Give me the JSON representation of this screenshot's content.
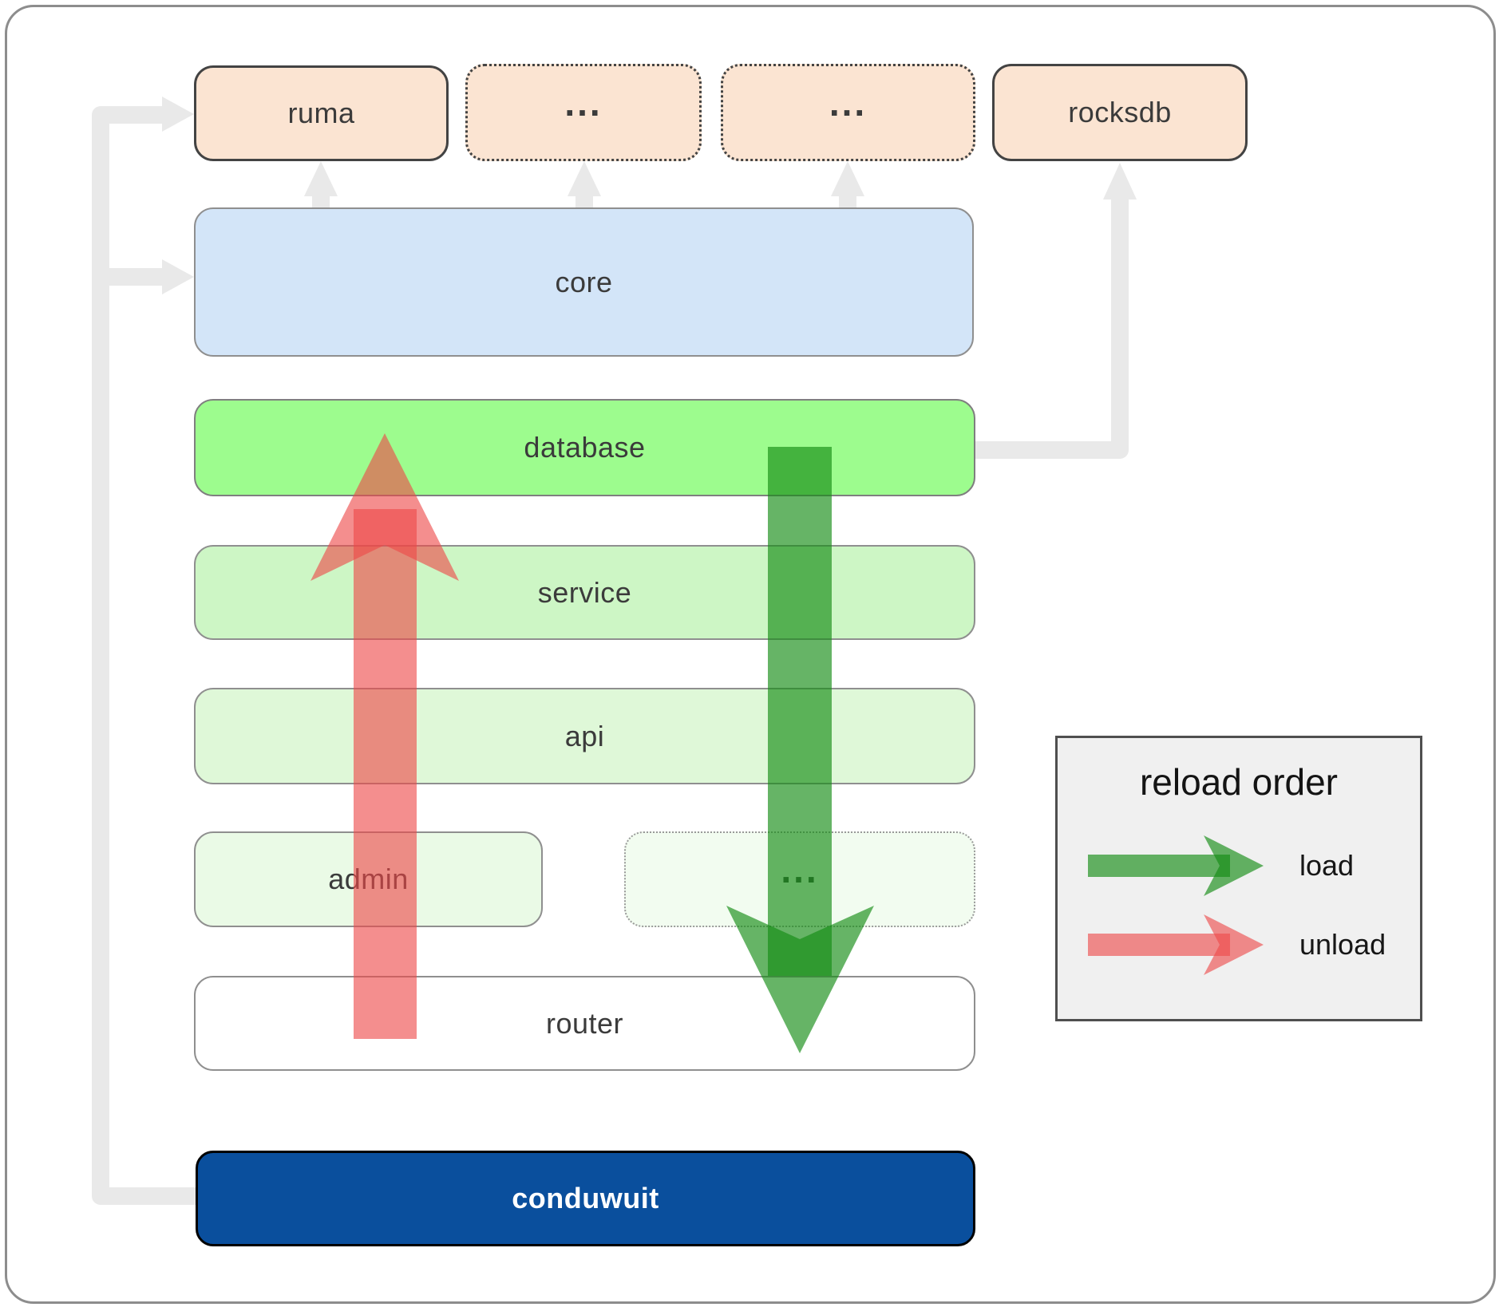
{
  "nodes": {
    "ruma": {
      "label": "ruma"
    },
    "etc1": {
      "label": "..."
    },
    "etc2": {
      "label": "..."
    },
    "rocksdb": {
      "label": "rocksdb"
    },
    "core": {
      "label": "core"
    },
    "database": {
      "label": "database"
    },
    "service": {
      "label": "service"
    },
    "api": {
      "label": "api"
    },
    "admin": {
      "label": "admin"
    },
    "admin_etc": {
      "label": "..."
    },
    "router": {
      "label": "router"
    },
    "conduwuit": {
      "label": "conduwuit"
    }
  },
  "legend": {
    "title": "reload order",
    "items": [
      {
        "label": "load",
        "color": "#148c14"
      },
      {
        "label": "unload",
        "color": "#ee4848"
      }
    ]
  },
  "colors": {
    "connector_gray": "#e9e9e9",
    "load_green": "#148c14",
    "unload_red": "#ee4848",
    "node_peach": "#fbe4d2",
    "node_blue": "#d3e5f8",
    "node_bright_green": "#9dfc8e",
    "node_light_green": "#cdf6c5",
    "node_lighter_green": "#dff8d8",
    "node_faint_green": "#eafae6",
    "node_faintest_green": "#f2fcf0",
    "node_white": "#ffffff",
    "node_navy": "#0a4f9d"
  }
}
